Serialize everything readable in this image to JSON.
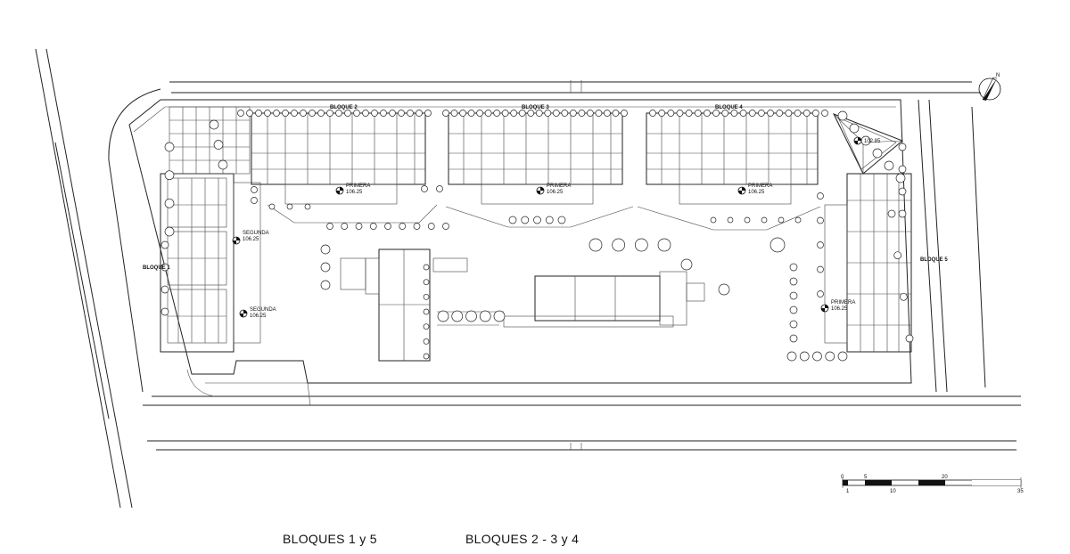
{
  "blocks": {
    "b1": "BLOQUE 1",
    "b2": "BLOQUE 2",
    "b3": "BLOQUE 3",
    "b4": "BLOQUE 4",
    "b5": "BLOQUE 5"
  },
  "levels": {
    "primera_b2": [
      "PRIMERA",
      "106.25"
    ],
    "primera_b3": [
      "PRIMERA",
      "106.25"
    ],
    "primera_b4": [
      "PRIMERA",
      "106.25"
    ],
    "primera_b5": [
      "PRIMERA",
      "106.25"
    ],
    "segunda_1": [
      "SEGUNDA",
      "106.25"
    ],
    "segunda_2": [
      "SEGUNDA",
      "106.25"
    ],
    "plaza": "102.85"
  },
  "north_label": "N",
  "scale_bar": {
    "top_ticks": [
      "0",
      "5",
      "20"
    ],
    "bottom_ticks": [
      "1",
      "10",
      "35"
    ]
  },
  "captions": {
    "left": "BLOQUES  1 y 5",
    "right": "BLOQUES  2 - 3 y 4"
  }
}
